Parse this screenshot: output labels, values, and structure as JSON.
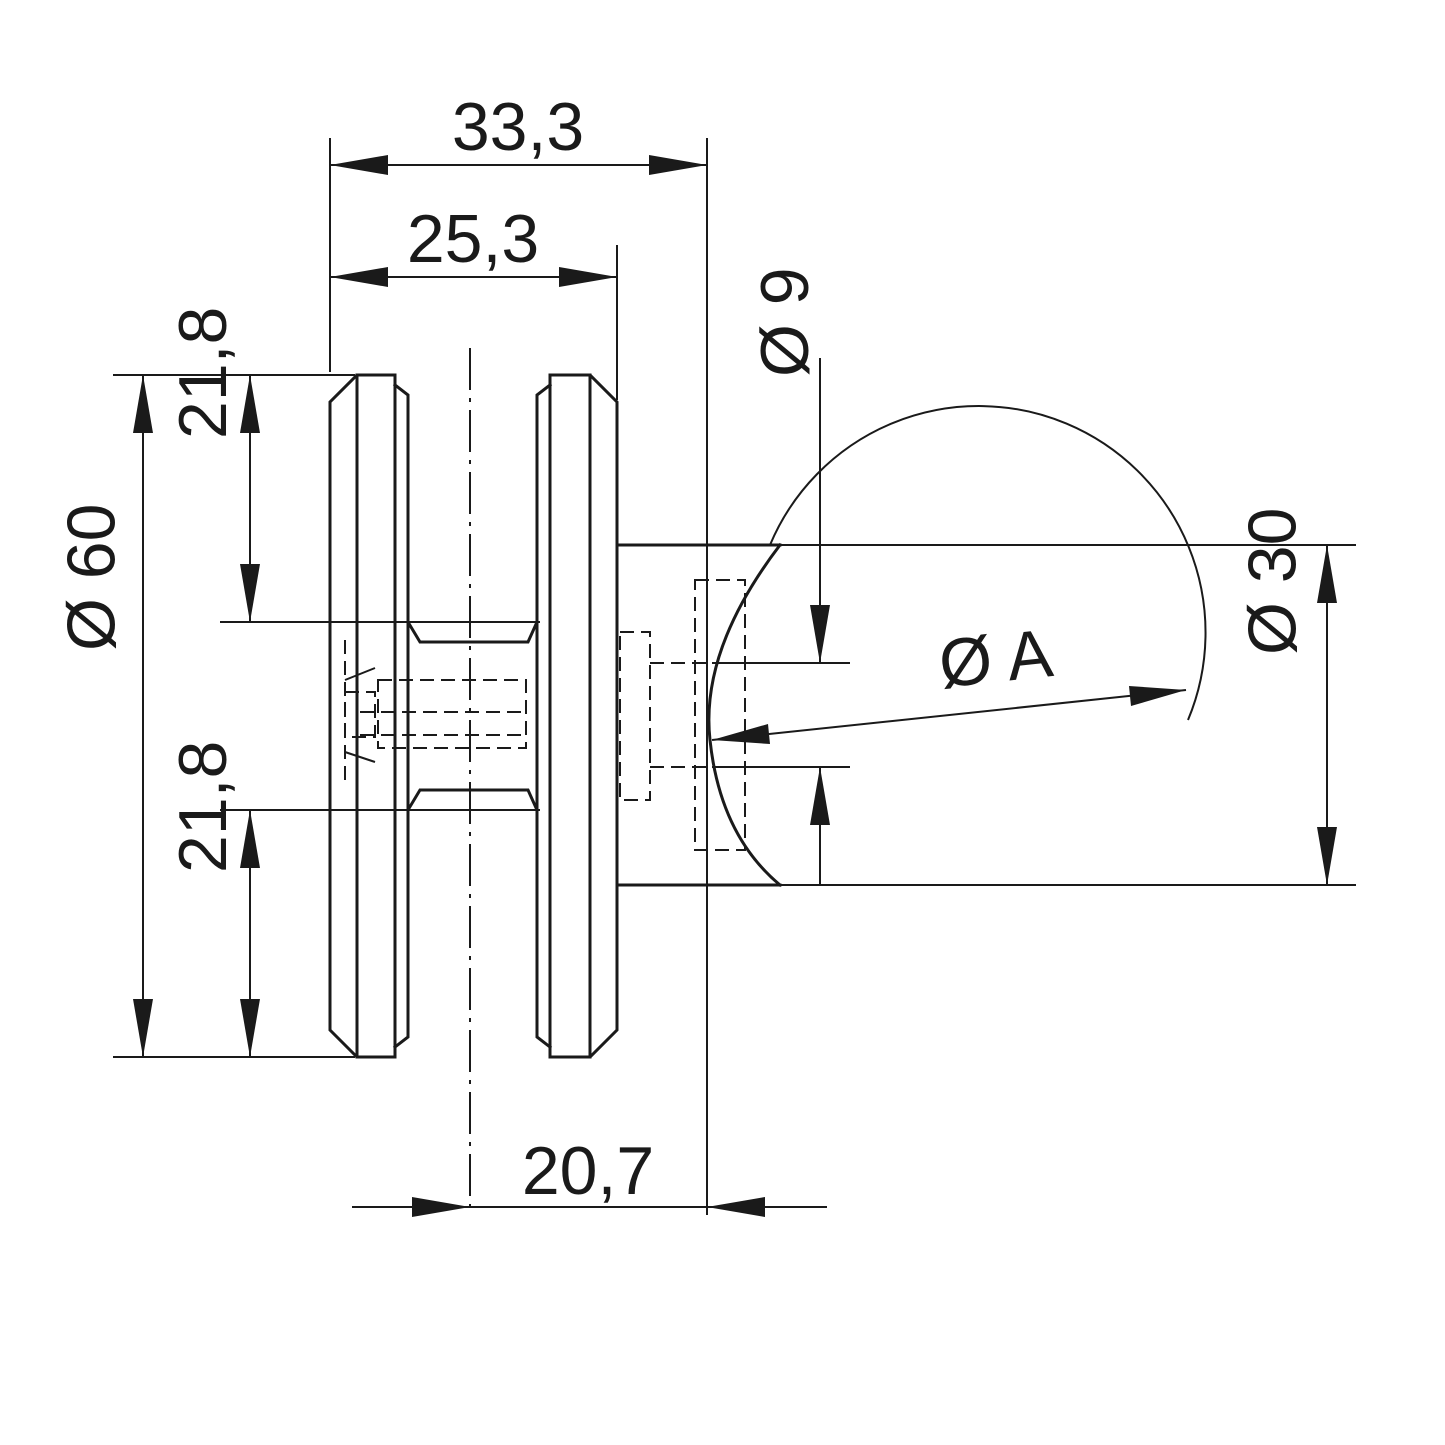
{
  "colors": {
    "line": "#1a1a1a",
    "background": "#ffffff"
  },
  "dimensions": {
    "overall_width": "33,3",
    "disc_width": "25,3",
    "upper_offset": "21,8",
    "lower_offset": "21,8",
    "disc_diameter": "Ø 60",
    "post_diameter": "Ø 30",
    "hole_diameter": "Ø 9",
    "post_arc_diameter": "Ø A",
    "centerline_offset": "20,7"
  }
}
